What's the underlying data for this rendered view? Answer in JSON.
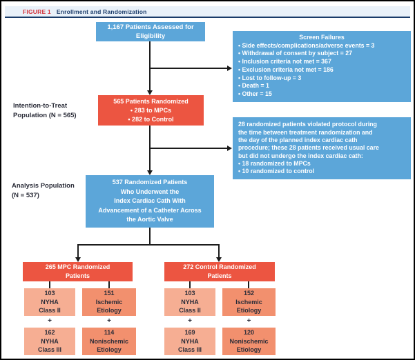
{
  "figure": {
    "label": "FIGURE 1",
    "title": "Enrollment and Randomization"
  },
  "flow": {
    "eligibility_box": "1,167 Patients Assessed for\nEligibility",
    "screen_failures_title": "Screen Failures",
    "screen_failures_items": "• Side effects/complications/adverse events = 3\n• Withdrawal of consent by subject = 27\n• Inclusion criteria not met = 367\n• Exclusion criteria not met = 186\n• Lost to follow-up = 3\n• Death = 1\n• Other = 15",
    "itt_label": "Intention-to-Treat\nPopulation (N = 565)",
    "randomized_box": "565 Patients Randomized\n• 283 to MPCs\n• 282 to Control",
    "protocol_violation_box": "28 randomized patients violated protocol during\nthe time between treatment randomization and\nthe day of the planned index cardiac cath\nprocedure; these 28 patients received usual care\nbut did not undergo the index cardiac cath:\n• 18 randomized to MPCs\n• 10 randomized to control",
    "analysis_label": "Analysis Population\n(N = 537)",
    "analysis_box": "537 Randomized Patients\nWho Underwent the\nIndex Cardiac Cath With\nAdvancement of a Catheter Across\nthe Aortic Valve"
  },
  "branches": [
    {
      "title": "265 MPC Randomized\nPatients",
      "upper": [
        "103\nNYHA\nClass II",
        "151\nIschemic\nEtiology"
      ],
      "plus": "+",
      "lower": [
        "162\nNYHA\nClass III",
        "114\nNonischemic\nEtiology"
      ]
    },
    {
      "title": "272 Control Randomized\nPatients",
      "upper": [
        "103\nNYHA\nClass II",
        "152\nIschemic\nEtiology"
      ],
      "plus": "+",
      "lower": [
        "169\nNYHA\nClass III",
        "120\nNonischemic\nEtiology"
      ]
    }
  ],
  "colors": {
    "box_blue": "#5CA6D9",
    "box_red": "#EC5541",
    "box_salmon_light": "#F6AE93",
    "box_salmon_dark": "#F2906E",
    "header_navy": "#1A3B69",
    "figure_label_red": "#D4333B",
    "header_background": "#E9F1F9",
    "arrow_black": "#1C1C1C"
  }
}
